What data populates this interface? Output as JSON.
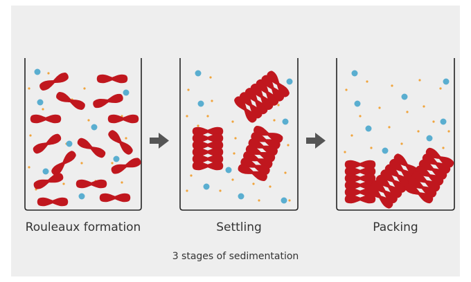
{
  "diagram": {
    "stages": [
      {
        "label": "Rouleaux formation"
      },
      {
        "label": "Settling"
      },
      {
        "label": "Packing"
      }
    ],
    "caption": "3 stages of sedimentation"
  },
  "colors": {
    "background": "#eeeeee",
    "rbc": "#c0171e",
    "platelet": "#f0a43c",
    "white_cell": "#5aaed0",
    "arrow": "#555555",
    "beaker": "#222222"
  },
  "icons": [
    "right-arrow-icon",
    "beaker-icon",
    "red-blood-cell-icon"
  ]
}
